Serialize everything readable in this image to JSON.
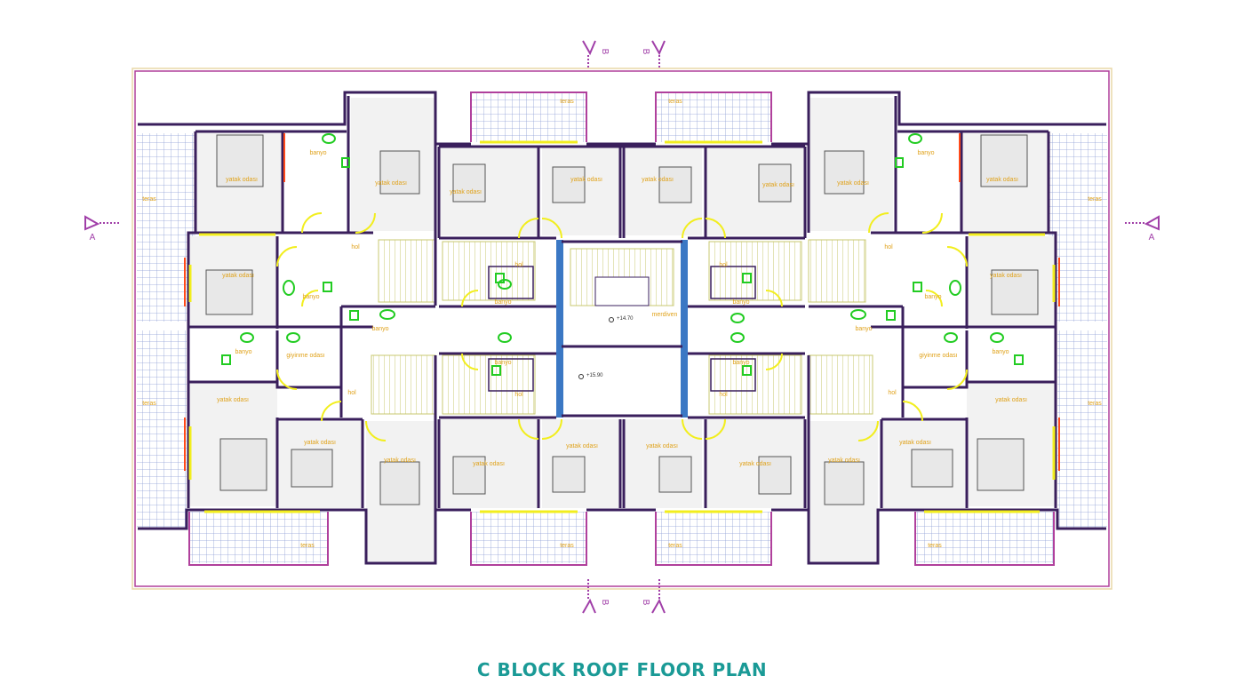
{
  "title": "C BLOCK ROOF FLOOR PLAN",
  "section_markers": {
    "a": "A",
    "b": "B"
  },
  "colors": {
    "wall": "#3a1f5c",
    "boundary": "#b0409c",
    "tile": "#8fa0d6",
    "door": "#f2ee1e",
    "label": "#e0a21a",
    "fixture": "#22cc22",
    "stair": "#c8c870",
    "shaft": "#3b78c4",
    "marker": "#a03ea8",
    "title": "#1a9a96"
  },
  "rooms": {
    "yatak_odasi": "yatak odası",
    "banyo": "banyo",
    "hol": "hol",
    "teras": "teras",
    "giyinme_odasi": "giyinme odası",
    "merdiven": "merdiven"
  },
  "elevations": {
    "upper": "+14.70",
    "lower": "+15.90"
  }
}
